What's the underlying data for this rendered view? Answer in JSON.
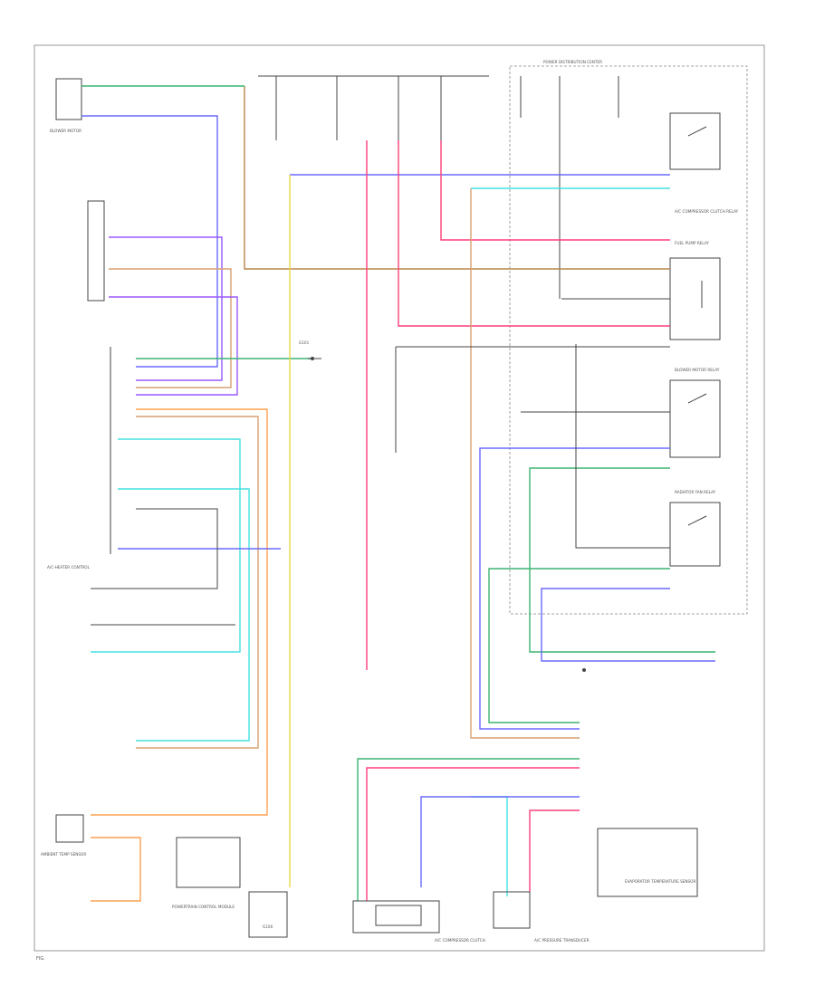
{
  "diagram": {
    "wire_colors": {
      "orange_brown": "#b8864a",
      "green": "#3cb371",
      "blue": "#6a6aff",
      "violet": "#9b59ff",
      "pink": "#ff3f7a",
      "cyan": "#46e0e0",
      "yellow": "#e8d84a",
      "tan": "#d8a070",
      "orange": "#ffa050",
      "gray": "#777777",
      "black": "#444444"
    },
    "labels": {
      "top_left_module": "BLOWER MOTOR",
      "ac_heater_control": "A/C-HEATER CONTROL",
      "fuse_box": "POWER DISTRIBUTION CENTER",
      "relay_1": "A/C COMPRESSOR CLUTCH RELAY",
      "relay_2": "FUEL PUMP RELAY",
      "relay_3": "BLOWER MOTOR RELAY",
      "relay_4": "RADIATOR FAN RELAY",
      "ground_1": "G100",
      "ground_2": "G101",
      "compressor": "A/C COMPRESSOR CLUTCH",
      "pressure_switch": "A/C PRESSURE TRANSDUCER",
      "pcm": "POWERTRAIN CONTROL MODULE",
      "evap_sensor": "EVAPORATOR TEMPERATURE SENSOR",
      "ambient_sensor": "AMBIENT TEMP SENSOR",
      "page_footer": "FIG."
    }
  }
}
